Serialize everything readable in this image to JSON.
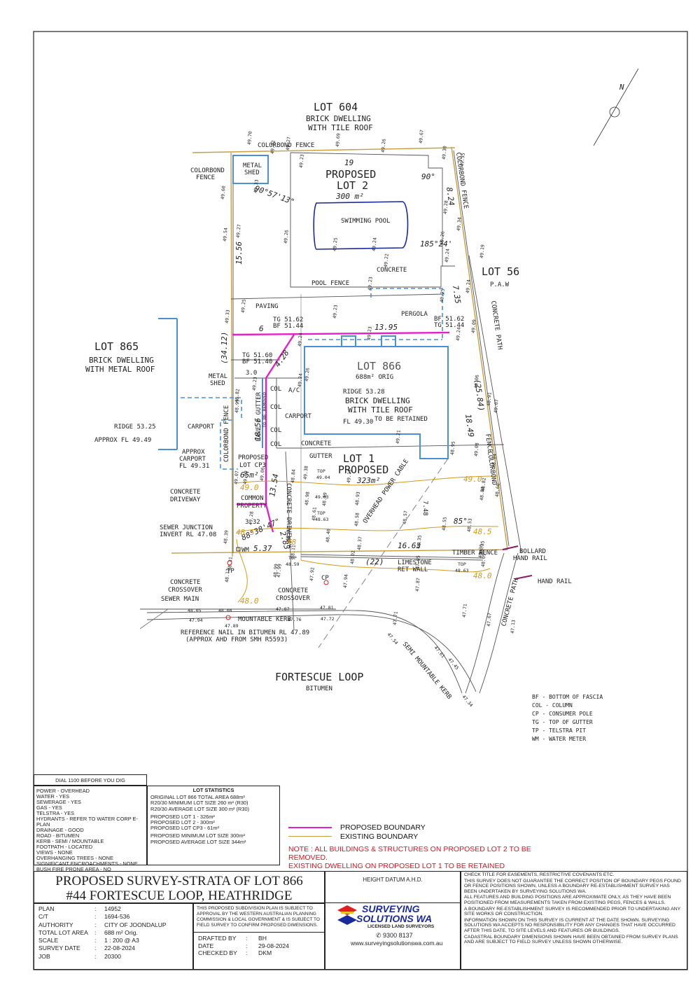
{
  "lots": {
    "lot604": {
      "name": "LOT 604",
      "desc1": "BRICK DWELLING",
      "desc2": "WITH TILE ROOF"
    },
    "lot865": {
      "name": "LOT 865",
      "desc1": "BRICK DWELLING",
      "desc2": "WITH METAL ROOF"
    },
    "lot56": {
      "name": "LOT 56",
      "desc": "P.A.W"
    },
    "lot866": {
      "name": "LOT 866",
      "area": "688m² ORIG",
      "ridge": "RIDGE 53.28",
      "desc1": "BRICK DWELLING",
      "desc2": "WITH TILE ROOF",
      "fl": "FL 49.30",
      "retained": "TO BE RETAINED"
    },
    "lot2": {
      "line1": "PROPOSED",
      "line2": "LOT 2",
      "area": "300 m²"
    },
    "lot1": {
      "line1": "LOT 1",
      "line2": "PROPOSED",
      "area": "323m²"
    },
    "cp3": {
      "line1": "PROPOSED",
      "line2": "LOT CP3",
      "area": "65m²",
      "line3": "COMMON",
      "line4": "PROPERTY"
    },
    "road": {
      "name": "FORTESCUE LOOP",
      "surface": "BITUMEN"
    }
  },
  "labels": {
    "colorbond_fence_top": "COLORBOND FENCE",
    "colorbond_fence_left1": "COLORBOND",
    "colorbond_fence_left2": "FENCE",
    "metal_shed1": "METAL",
    "metal_shed2": "SHED",
    "swimming_pool": "SWIMMING POOL",
    "concrete1": "CONCRETE",
    "pool_fence": "POOL FENCE",
    "paving": "PAVING",
    "pergola": "PERGOLA",
    "tg1": "TG 51.62",
    "bf1": "BF 51.44",
    "tg2": "TG 51.60",
    "bf2": "BF 51.40",
    "bf3": "BF 51.62",
    "tg3": "TG 51.44",
    "metal_shed_l1": "METAL",
    "metal_shed_l2": "SHED",
    "ac": "A/C",
    "col": "COL",
    "carport": "CARPORT",
    "carport_left": "CARPORT",
    "ridge865": "RIDGE 53.25",
    "fl865": "APPROX FL 49.49",
    "approx_carport1": "APPROX",
    "approx_carport2": "CARPORT",
    "approx_carport3": "FL 49.31",
    "concrete2": "CONCRETE",
    "gutter": "GUTTER",
    "concrete_driveway1": "CONCRETE",
    "concrete_driveway2": "DRIVEWAY",
    "concrete_driveway_v": "CONCRETE DRIVEWAY",
    "eave_gutter": "EAVE / GUTTER",
    "to_be_removed": "TO BE REMOVED",
    "colorbond_fence_v1": "COLORBOND FENCE",
    "colorbond_fence_v2": "COLORBOND FENCE",
    "colorbond_fence_v3": "COLORBOND",
    "fence_v3": "FENCE",
    "concrete_path": "CONCRETE PATH",
    "concrete_path2": "CONCRETE PATH",
    "overhead_power": "OVERHEAD POWER CABLE",
    "sewer_junction1": "SEWER JUNCTION",
    "sewer_junction2": "INVERT RL 47.08",
    "wm": "WM",
    "tp": "TP",
    "cp": "CP",
    "timber_fence": "TIMBER FENCE",
    "limestone1": "LIMESTONE",
    "limestone2": "RET WALL",
    "bollard": "BOLLARD",
    "hand_rail1": "HAND RAIL",
    "hand_rail2": "HAND RAIL",
    "concrete_crossover1": "CONCRETE",
    "concrete_crossover2": "CROSSOVER",
    "concrete_crossover3": "CONCRETE",
    "concrete_crossover4": "CROSSOVER",
    "sewer_main": "SEWER MAIN",
    "mountable_kerb": "MOUNTABLE KERB",
    "semi_mountable": "SEMI MOUNTABLE KERB",
    "reference_nail1": "REFERENCE NAIL IN BITUMEN RL 47.89",
    "reference_nail2": "(APPROX AHD FROM SMH R5593)",
    "north": "N"
  },
  "dimensions": {
    "d19": "19",
    "d8_24": "8.24",
    "d90a": "90°",
    "d90b": "90°57'13\"",
    "d185": "185°24'",
    "d15_56": "15.56",
    "d7_35": "7.35",
    "d6": "6",
    "d13_95": "13.95",
    "d34_12": "(34.12)",
    "d4_28": "4.28",
    "d25_84": "(25.84)",
    "d18_56": "18.56",
    "d18_49": "18.49",
    "d3_0": "3.0",
    "d13_54": "13.54",
    "d2_83": "2.83",
    "d88": "88°38'47\"",
    "d3_32": "3.32",
    "d5_37": "5.37",
    "d16_63": "16.63",
    "d22": "(22)",
    "d7_48": "7.48",
    "d85": "85°"
  },
  "contours": [
    "49.0",
    "49.0",
    "48.5",
    "48.5",
    "48.0",
    "48.0",
    "48"
  ],
  "tops": {
    "t1a": "TOP",
    "t1b": "49.04",
    "t2a": "TOP",
    "t2b": "48.63",
    "t3a": "TOP",
    "t3b": "48.59",
    "t4a": "TOP",
    "t4b": "48.63",
    "t5": "49.03"
  },
  "levels": [
    "49.70",
    "49.22",
    "49.69",
    "49.26",
    "49.67",
    "49.30",
    "49.35",
    "49.23",
    "49.27",
    "49.33",
    "49.60",
    "49.54",
    "49.27",
    "49.26",
    "49.25",
    "49.24",
    "49.22",
    "49.26",
    "49.28",
    "49.34",
    "49.24",
    "49.19",
    "49.33",
    "49.25",
    "49.23",
    "49.23",
    "49.24",
    "49.25",
    "49.23",
    "49.24",
    "49.24",
    "49.09",
    "49.06",
    "49.26",
    "49.24",
    "49.23",
    "49.13",
    "49.21",
    "48.91",
    "48.93",
    "48.82",
    "48.84",
    "48.98",
    "49.09",
    "49.07",
    "49.06",
    "49.08",
    "48.95",
    "48.84",
    "48.93",
    "48.59",
    "48.82",
    "48.61",
    "48.58",
    "48.57",
    "48.55",
    "48.53",
    "48.40",
    "48.37",
    "48.35",
    "48.39",
    "48.63",
    "48.36",
    "48.31",
    "48.17",
    "47.99",
    "47.92",
    "48.02",
    "47.95",
    "47.94",
    "48.11",
    "48.05",
    "47.94",
    "48.00",
    "47.89",
    "47.87",
    "47.76",
    "47.81",
    "47.72",
    "47.71",
    "47.54",
    "47.61",
    "47.45",
    "47.34",
    "47.87",
    "47.71",
    "47.67",
    "47.13",
    "48.35",
    "48.09",
    "48.60",
    "48.84",
    "49.07",
    "49.28",
    "49.38",
    "48.99"
  ],
  "legend": {
    "bf": "BF - BOTTOM OF FASCIA",
    "col": "COL - COLUMN",
    "cp": "CP - CONSUMER POLE",
    "tg": "TG - TOP OF GUTTER",
    "tp": "TP - TELSTRA PIT",
    "wm": "WM - WATER METER"
  },
  "services": {
    "dial": "DIAL 1100 BEFORE YOU DIG",
    "items": [
      "POWER - OVERHEAD",
      "WATER - YES",
      "SEWERAGE - YES",
      "GAS - YES",
      "TELSTRA - YES",
      "HYDRANTS - REFER TO WATER CORP E-PLAN",
      "DRAINAGE - GOOD",
      "ROAD - BITUMEN",
      "KERB - SEMI / MOUNTABLE",
      "FOOTPATH - LOCATED",
      "VIEWS - NONE",
      "OVERHANGING TREES - NONE",
      "SIGNIFICANT ENCROACHMENTS - NONE",
      "BUSH FIRE PRONE AREA - NO"
    ]
  },
  "lot_statistics": {
    "title": "LOT STATISTICS",
    "lines1": [
      "ORIGINAL LOT 866 TOTAL AREA 688m²",
      "R20/30 MINIMUM LOT SIZE 260 m² (R30)",
      "R20/30 AVERAGE LOT SIZE 300 m² (R30)"
    ],
    "lines2": [
      "PROPOSED LOT 1 - 326m²",
      "PROPOSED LOT 2 - 300m²",
      "PROPOSED LOT CP3 - 61m²"
    ],
    "lines3": [
      "PROPOSED MINIMUM LOT SIZE 300m²",
      "PROPOSED AVERAGE LOT SIZE 344m²"
    ]
  },
  "boundary_legend": {
    "proposed": "PROPOSED BOUNDARY",
    "existing": "EXISTING BOUNDARY",
    "proposed_color": "#e620c8",
    "existing_color": "#c8a040"
  },
  "notes": {
    "line1": "NOTE : ALL BUILDINGS & STRUCTURES ON PROPOSED LOT 2 TO BE REMOVED.",
    "line2": "EXISTING DWELLING ON PROPOSED LOT 1 TO BE RETAINED"
  },
  "title_block": {
    "title1": "PROPOSED SURVEY-STRATA OF LOT 866",
    "title2": "#44 FORTESCUE LOOP, HEATHRIDGE",
    "height_datum": "HEIGHT DATUM A.H.D.",
    "fields": [
      {
        "k": "PLAN",
        "v": "14952"
      },
      {
        "k": "C/T",
        "v": "1694-536"
      },
      {
        "k": "AUTHORITY",
        "v": "CITY OF JOONDALUP"
      },
      {
        "k": "TOTAL LOT AREA",
        "v": "688 m² Orig."
      },
      {
        "k": "SCALE",
        "v": "1 : 200 @ A3"
      },
      {
        "k": "SURVEY DATE",
        "v": "22-08-2024"
      },
      {
        "k": "JOB",
        "v": "20300"
      }
    ],
    "approval": "THIS PROPOSED SUBDIVISION PLAN IS SUBJECT TO APPROVAL BY THE WESTERN AUSTRALIAN PLANNING COMMISSION & LOCAL GOVERNMENT & IS SUBJECT TO FIELD SURVEY TO CONFIRM PROPOSED DIMENSIONS.",
    "drafted_by_k": "DRAFTED BY",
    "drafted_by_v": "BH",
    "date_k": "DATE",
    "date_v": "29-08-2024",
    "checked_by_k": "CHECKED BY",
    "checked_by_v": "DKM",
    "company1": "SURVEYING",
    "company2": "SOLUTIONS WA",
    "company_sub": "LICENSED LAND SURVEYORS",
    "phone": "9300 8137",
    "web": "www.surveyingsolutionswa.com.au",
    "disclaimer": [
      "CHECK TITLE FOR EASEMENTS, RESTRICTIVE COVENANTS ETC.",
      "THIS SURVEY DOES NOT GUARANTEE THE CORRECT POSITION OF BOUNDARY PEGS FOUND OR FENCE POSITIONS SHOWN, UNLESS A BOUNDARY RE-ESTABLISHMENT SURVEY HAS BEEN UNDERTAKEN BY SURVEYING SOLUTIONS WA.",
      "ALL FEATURES AND BUILDING POSITIONS ARE APPROXIMATE ONLY, AS THEY HAVE BEEN POSITIONED FROM MEASUREMENTS TAKEN FROM EXISTING PEGS, FENCES & WALLS.",
      "A BOUNDARY RE-ESTABLISHMENT SURVEY IS RECOMMENDED PRIOR TO UNDERTAKING ANY SITE WORKS OR CONSTRUCTION.",
      "INFORMATION SHOWN ON THIS SURVEY IS CURRENT AT THE DATE SHOWN. SURVEYING SOLUTIONS WA ACCEPTS NO RESPONSIBILITY FOR ANY CHANGES THAT HAVE OCCURRED AFTER THIS DATE, TO SITE LEVELS AND FEATURES OR BUILDINGS.",
      "CADASTRAL BOUNDARY DIMENSIONS SHOWN HAVE BEEN OBTAINED FROM SURVEY PLANS AND ARE SUBJECT TO FIELD SURVEY UNLESS SHOWN OTHERWISE."
    ]
  }
}
